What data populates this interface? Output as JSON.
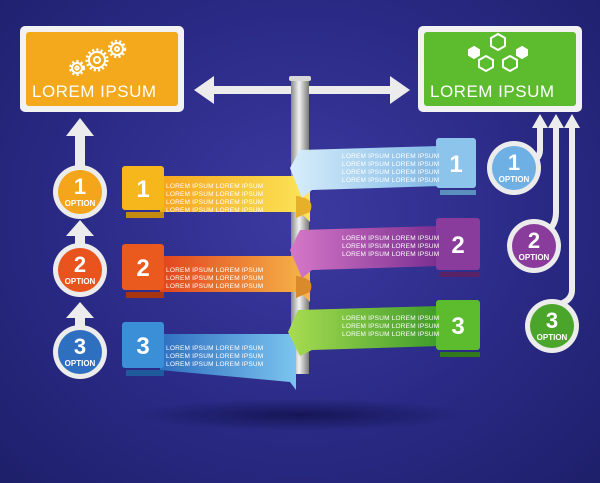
{
  "headers": {
    "left": {
      "text": "LOREM IPSUM",
      "icon": "gears-icon",
      "color": "#f4a81c"
    },
    "right": {
      "text": "LOREM IPSUM",
      "icon": "hexagons-icon",
      "color": "#5cbc2e"
    }
  },
  "lorem_line": "LOREM IPSUM LOREM IPSUM",
  "left_banners": [
    {
      "number": "1",
      "color": "#f5b71c"
    },
    {
      "number": "2",
      "color": "#ea5a1e"
    },
    {
      "number": "3",
      "color": "#3a8fd6"
    }
  ],
  "right_banners": [
    {
      "number": "1",
      "color": "#8cc4ec"
    },
    {
      "number": "2",
      "color": "#8a3c9c"
    },
    {
      "number": "3",
      "color": "#5cbc2e"
    }
  ],
  "left_options": [
    {
      "number": "1",
      "label": "OPTION",
      "color": "#f5a51c"
    },
    {
      "number": "2",
      "label": "OPTION",
      "color": "#e8531e"
    },
    {
      "number": "3",
      "label": "OPTION",
      "color": "#2f6fc0"
    }
  ],
  "right_options": [
    {
      "number": "1",
      "label": "OPTION",
      "color": "#6fb0e4"
    },
    {
      "number": "2",
      "label": "OPTION",
      "color": "#8a3c9c"
    },
    {
      "number": "3",
      "label": "OPTION",
      "color": "#4aa52a"
    }
  ]
}
